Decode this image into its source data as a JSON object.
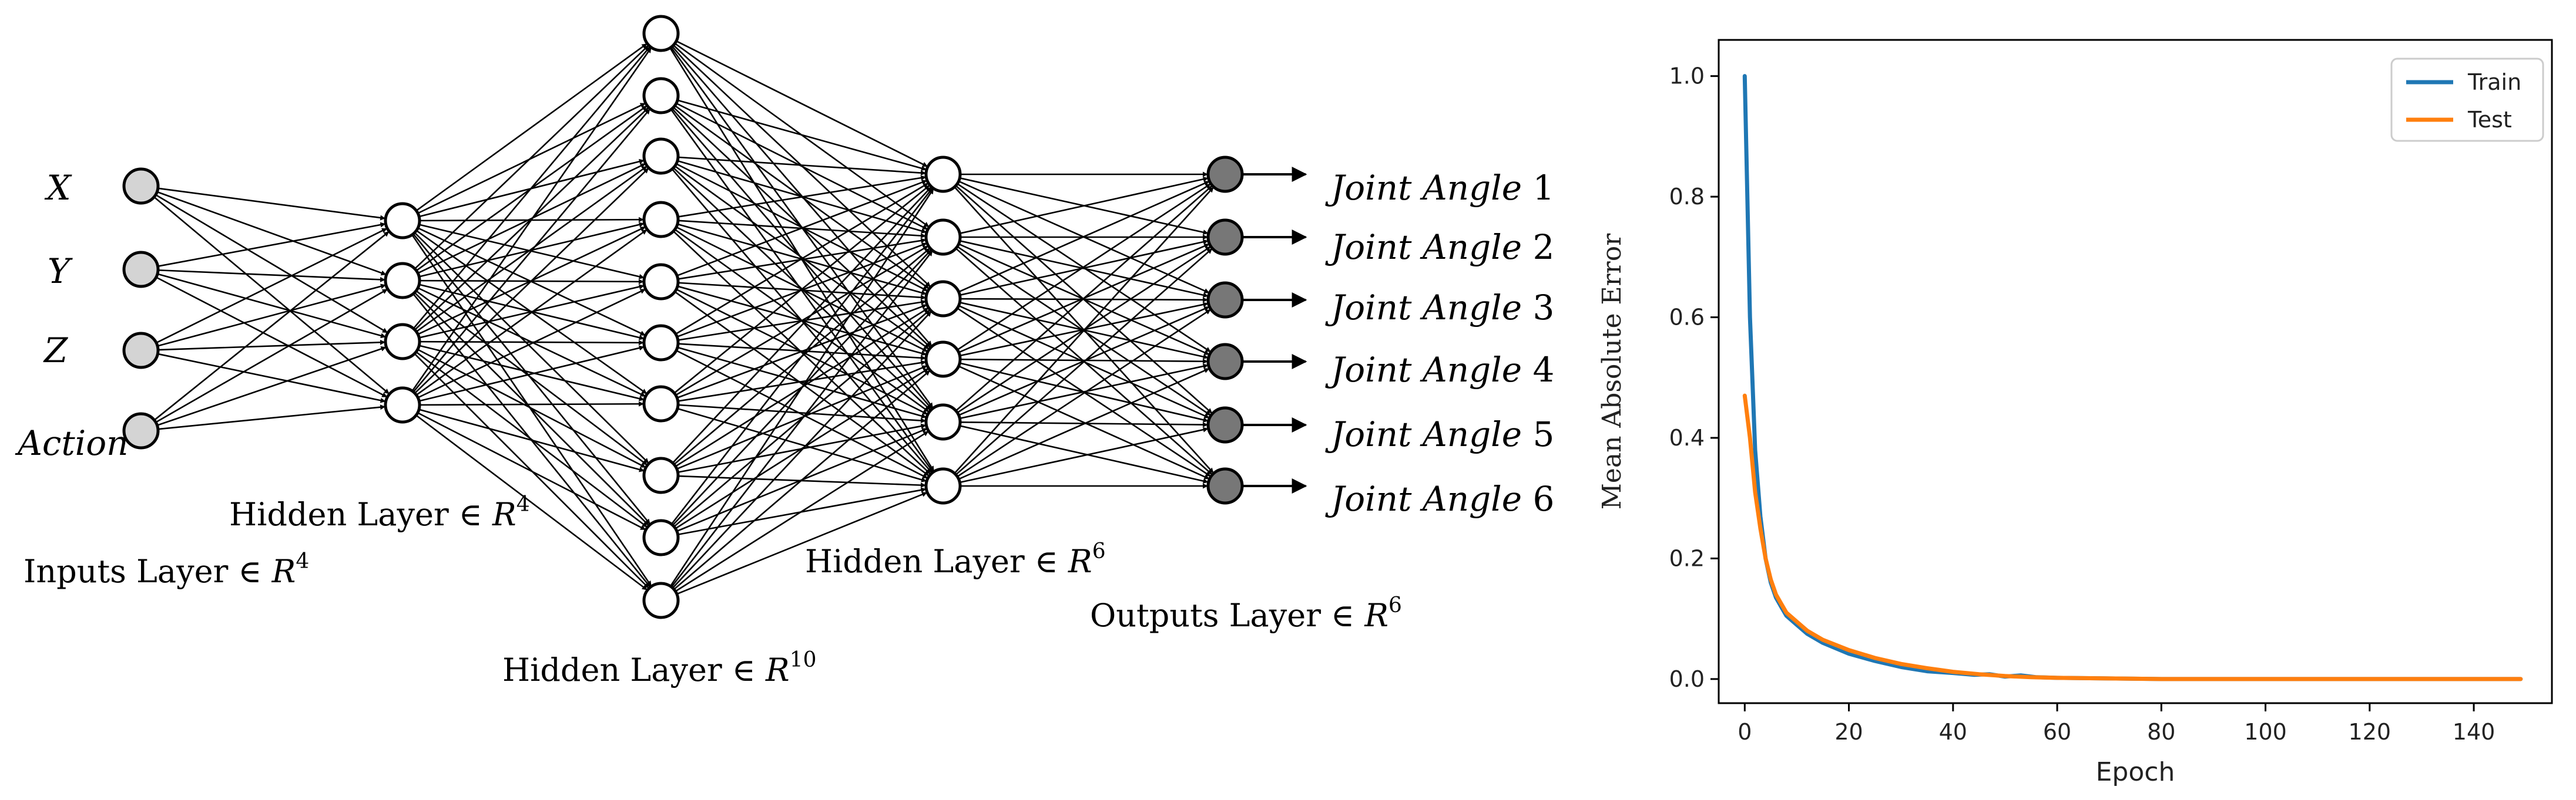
{
  "network": {
    "input_labels": [
      "X",
      "Y",
      "Z",
      "Action"
    ],
    "output_labels": [
      {
        "name": "Joint Angle",
        "num": "1"
      },
      {
        "name": "Joint Angle",
        "num": "2"
      },
      {
        "name": "Joint Angle",
        "num": "3"
      },
      {
        "name": "Joint Angle",
        "num": "4"
      },
      {
        "name": "Joint Angle",
        "num": "5"
      },
      {
        "name": "Joint Angle",
        "num": "6"
      }
    ],
    "layers": [
      {
        "label": "Inputs Layer ∈ ",
        "var": "R",
        "dim": "4",
        "nodes": 4,
        "fill": "#d4d4d4"
      },
      {
        "label": "Hidden Layer ∈ ",
        "var": "R",
        "dim": "4",
        "nodes": 4,
        "fill": "#ffffff"
      },
      {
        "label": "Hidden Layer ∈ ",
        "var": "R",
        "dim": "10",
        "nodes": 10,
        "fill": "#ffffff"
      },
      {
        "label": "Hidden Layer ∈ ",
        "var": "R",
        "dim": "6",
        "nodes": 6,
        "fill": "#ffffff"
      },
      {
        "label": "Outputs Layer ∈ ",
        "var": "R",
        "dim": "6",
        "nodes": 6,
        "fill": "#777777"
      }
    ]
  },
  "chart_data": {
    "type": "line",
    "title": "",
    "xlabel": "Epoch",
    "ylabel": "Mean Absolute Error",
    "xlim": [
      -5,
      155
    ],
    "ylim": [
      -0.04,
      1.06
    ],
    "xticks": [
      0,
      20,
      40,
      60,
      80,
      100,
      120,
      140
    ],
    "yticks": [
      0.0,
      0.2,
      0.4,
      0.6,
      0.8,
      1.0
    ],
    "ytick_labels": [
      "0.0",
      "0.2",
      "0.4",
      "0.6",
      "0.8",
      "1.0"
    ],
    "legend_position": "top-right",
    "grid": false,
    "series": [
      {
        "name": "Train",
        "color": "#1f77b4",
        "x": [
          0,
          1,
          2,
          3,
          4,
          5,
          6,
          7,
          8,
          10,
          12,
          15,
          20,
          25,
          30,
          35,
          40,
          44,
          47,
          50,
          53,
          56,
          60,
          70,
          80,
          100,
          120,
          149
        ],
        "y": [
          1.0,
          0.6,
          0.38,
          0.27,
          0.2,
          0.16,
          0.135,
          0.12,
          0.105,
          0.09,
          0.075,
          0.06,
          0.042,
          0.03,
          0.02,
          0.013,
          0.01,
          0.007,
          0.008,
          0.004,
          0.006,
          0.003,
          0.002,
          0.001,
          0.0,
          0.0,
          0.0,
          0.0
        ]
      },
      {
        "name": "Test",
        "color": "#ff7f0e",
        "x": [
          0,
          1,
          2,
          3,
          4,
          5,
          6,
          7,
          8,
          10,
          12,
          15,
          20,
          25,
          30,
          35,
          40,
          45,
          50,
          55,
          60,
          70,
          80,
          100,
          120,
          149
        ],
        "y": [
          0.47,
          0.4,
          0.31,
          0.25,
          0.2,
          0.165,
          0.14,
          0.125,
          0.11,
          0.095,
          0.08,
          0.065,
          0.048,
          0.035,
          0.025,
          0.018,
          0.012,
          0.008,
          0.005,
          0.003,
          0.002,
          0.001,
          0.0,
          0.0,
          0.0,
          0.0
        ]
      }
    ]
  }
}
